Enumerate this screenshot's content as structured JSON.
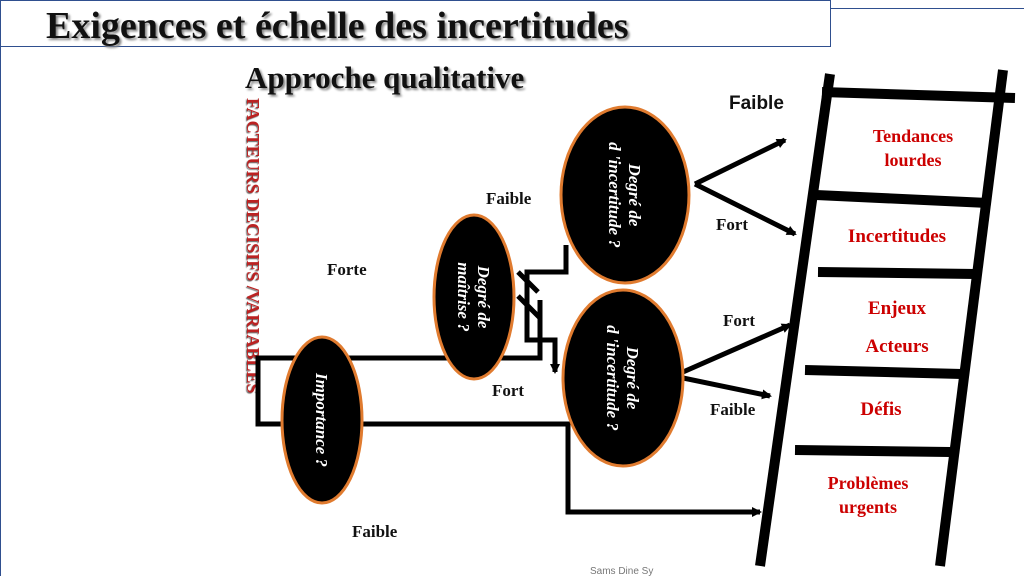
{
  "title": "Exigences et échelle des incertitudes",
  "subtitle": "Approche qualitative",
  "vertical_label": "FACTEURS DECISIFS /VARIABLES",
  "ellipses": {
    "importance": "Importance ?",
    "maitrise_line1": "Degré de",
    "maitrise_line2": "maîtrise ?",
    "incertitude_top_line1": "Degré de",
    "incertitude_top_line2": "d 'incertitude ?",
    "incertitude_bottom_line1": "Degré de",
    "incertitude_bottom_line2": "d 'incertitude ?"
  },
  "branch_labels": {
    "forte": "Forte",
    "faible_importance": "Faible",
    "fort_maitrise": "Fort",
    "faible_maitrise": "Faible",
    "fort_top": "Fort",
    "faible_top": "Faible",
    "fort_bottom": "Fort",
    "faible_bottom": "Faible"
  },
  "ladder_rungs": [
    {
      "line1": "Tendances",
      "line2": "lourdes"
    },
    {
      "line1": "Incertitudes",
      "line2": ""
    },
    {
      "line1": "Enjeux",
      "line2": "Acteurs"
    },
    {
      "line1": "Défis",
      "line2": ""
    },
    {
      "line1": "Problèmes",
      "line2": "urgents"
    }
  ],
  "footer": "Sams Dine Sy",
  "colors": {
    "ellipse_fill": "#000000",
    "ellipse_border": "#e07b2f",
    "rung_text": "#cc0000",
    "vertical_label": "#b22222"
  }
}
